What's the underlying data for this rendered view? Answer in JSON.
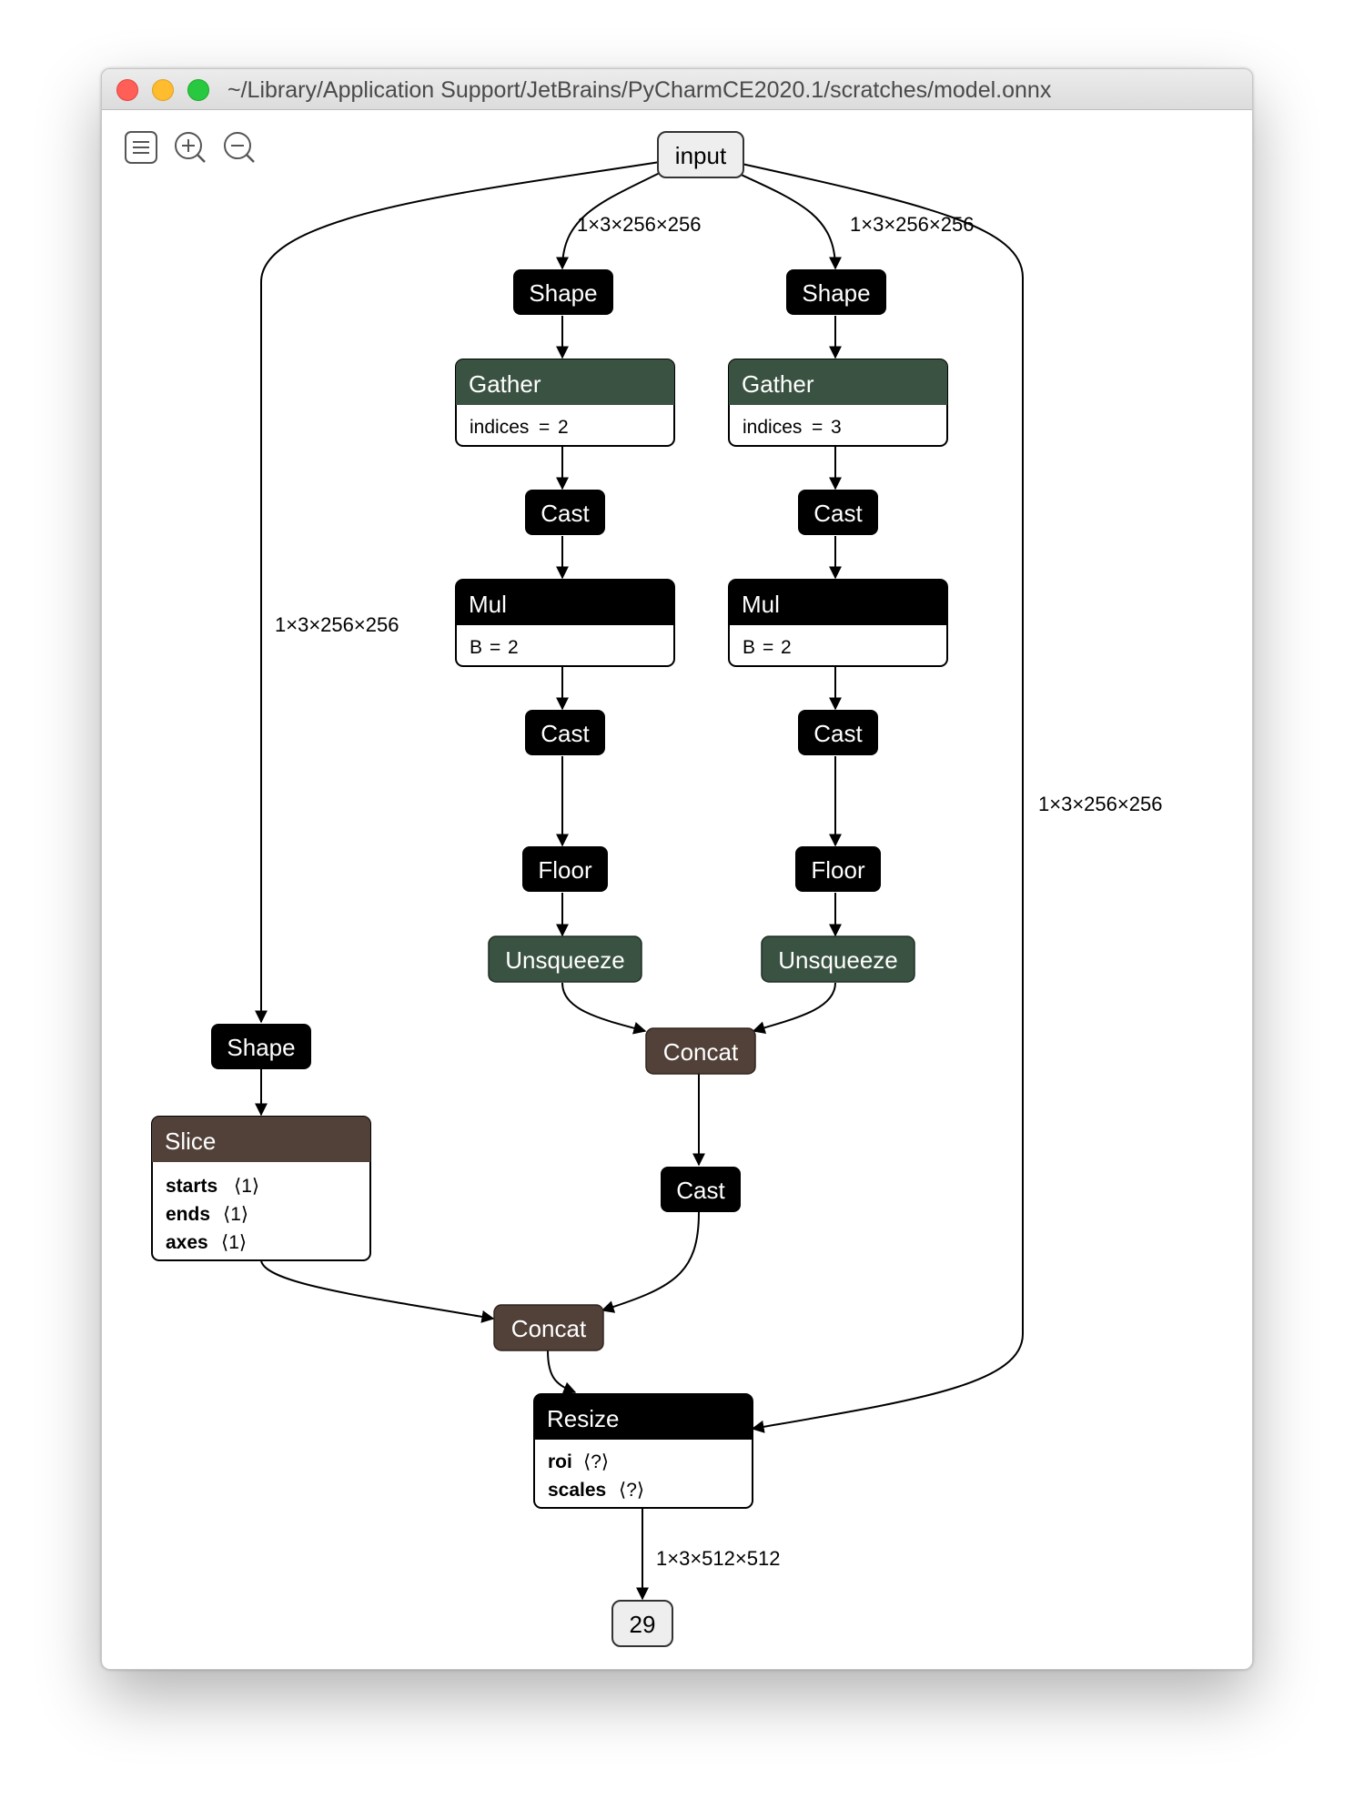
{
  "window": {
    "title": "~/Library/Application Support/JetBrains/PyCharmCE2020.1/scratches/model.onnx"
  },
  "toolbar": {
    "menu_icon": "menu-icon",
    "zoom_in_icon": "zoom-in-icon",
    "zoom_out_icon": "zoom-out-icon"
  },
  "colors": {
    "op_black": "#000000",
    "op_green": "#3a5241",
    "op_brown": "#524139",
    "io_fill": "#eeeeee",
    "edge": "#000000"
  },
  "graph": {
    "input": "input",
    "output": "29",
    "edge_labels": {
      "input_to_shape_left": "1×3×256×256",
      "input_to_shape_right": "1×3×256×256",
      "input_to_shape_far": "1×3×256×256",
      "input_to_resize": "1×3×256×256",
      "resize_to_output": "1×3×512×512"
    },
    "branch_left": {
      "shape": "Shape",
      "gather": {
        "name": "Gather",
        "attr_name": "indices",
        "attr_value": "2"
      },
      "cast1": "Cast",
      "mul": {
        "name": "Mul",
        "attr_name": "B",
        "attr_value": "2"
      },
      "cast2": "Cast",
      "floor": "Floor",
      "unsqueeze": "Unsqueeze"
    },
    "branch_right": {
      "shape": "Shape",
      "gather": {
        "name": "Gather",
        "attr_name": "indices",
        "attr_value": "3"
      },
      "cast1": "Cast",
      "mul": {
        "name": "Mul",
        "attr_name": "B",
        "attr_value": "2"
      },
      "cast2": "Cast",
      "floor": "Floor",
      "unsqueeze": "Unsqueeze"
    },
    "concat1": "Concat",
    "cast3": "Cast",
    "shape_far": "Shape",
    "slice": {
      "name": "Slice",
      "inputs": [
        {
          "name": "starts",
          "shape": "⟨1⟩"
        },
        {
          "name": "ends",
          "shape": "⟨1⟩"
        },
        {
          "name": "axes",
          "shape": "⟨1⟩"
        }
      ]
    },
    "concat2": "Concat",
    "resize": {
      "name": "Resize",
      "inputs": [
        {
          "name": "roi",
          "shape": "⟨?⟩"
        },
        {
          "name": "scales",
          "shape": "⟨?⟩"
        }
      ]
    }
  }
}
